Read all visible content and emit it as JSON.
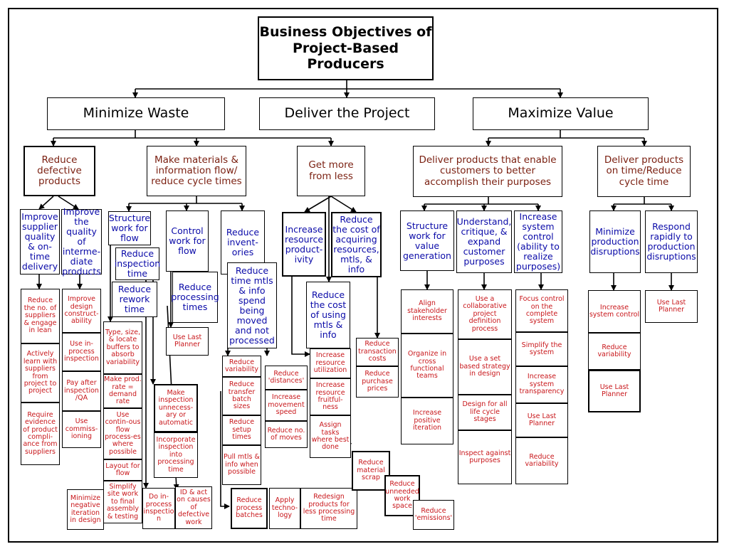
{
  "diagram": {
    "title": "Business Objectives of Project-Based Producers",
    "level1": [
      {
        "id": "l1a",
        "label": "Minimize Waste"
      },
      {
        "id": "l1b",
        "label": "Deliver the Project"
      },
      {
        "id": "l1c",
        "label": "Maximize Value"
      }
    ],
    "level2": [
      {
        "id": "l2a",
        "label": "Reduce defective products"
      },
      {
        "id": "l2b",
        "label": "Make materials & information flow/ reduce cycle times"
      },
      {
        "id": "l2c",
        "label": "Get more from less"
      },
      {
        "id": "l2d",
        "label": "Deliver products that enable customers to better accomplish their purposes"
      },
      {
        "id": "l2e",
        "label": "Deliver products on time/Reduce cycle time"
      }
    ],
    "level3": [
      {
        "id": "b1",
        "label": "Improve supplier quality & on-time delivery"
      },
      {
        "id": "b2",
        "label": "Improve the quality of interme-diate products"
      },
      {
        "id": "b3",
        "label": "Structure work for flow"
      },
      {
        "id": "b4",
        "label": "Reduce inspection time"
      },
      {
        "id": "b5",
        "label": "Reduce rework time"
      },
      {
        "id": "b6",
        "label": "Control work for flow"
      },
      {
        "id": "b7",
        "label": "Reduce processing times"
      },
      {
        "id": "b8",
        "label": "Reduce invent-ories"
      },
      {
        "id": "b9",
        "label": "Reduce time mtls & info spend being moved and not processed"
      },
      {
        "id": "b10",
        "label": "Increase resource product-ivity"
      },
      {
        "id": "b11",
        "label": "Reduce the cost of acquiring resources, mtls, & info"
      },
      {
        "id": "b12",
        "label": "Reduce the cost of using mtls & info"
      },
      {
        "id": "b13",
        "label": "Structure work for value generation"
      },
      {
        "id": "b14",
        "label": "Understand, critique, & expand customer purposes"
      },
      {
        "id": "b15",
        "label": "Increase system control (ability to realize purposes)"
      },
      {
        "id": "b16",
        "label": "Minimize production disruptions"
      },
      {
        "id": "b17",
        "label": "Respond rapidly to production disruptions"
      }
    ],
    "leaves": [
      {
        "id": "r1",
        "label": "Reduce the no. of suppliers & engage in lean"
      },
      {
        "id": "r2",
        "label": "Actively learn with suppliers from project to project"
      },
      {
        "id": "r3",
        "label": "Require evidence of product compli-ance from suppliers"
      },
      {
        "id": "r4",
        "label": "Improve design construct-ability"
      },
      {
        "id": "r5",
        "label": "Use in-process inspection"
      },
      {
        "id": "r6",
        "label": "Pay after inspection /QA"
      },
      {
        "id": "r7",
        "label": "Use commiss-ioning"
      },
      {
        "id": "r8",
        "label": "Minimize negative iteration in design"
      },
      {
        "id": "r9",
        "label": "Type, size, & locate buffers to absorb variability"
      },
      {
        "id": "r10",
        "label": "Make prod. rate = demand rate"
      },
      {
        "id": "r11",
        "label": "Use contin-ous flow process-es where possible"
      },
      {
        "id": "r12",
        "label": "Layout for flow"
      },
      {
        "id": "r13",
        "label": "Simplify site work to final assembly & testing"
      },
      {
        "id": "r14",
        "label": "Make inspection unnecess-ary or automatic"
      },
      {
        "id": "r15",
        "label": "Incorporate inspection into processing time"
      },
      {
        "id": "r16",
        "label": "Do in-process inspectio n"
      },
      {
        "id": "r17",
        "label": "ID & act on causes of defective work"
      },
      {
        "id": "r18",
        "label": "Use Last Planner"
      },
      {
        "id": "r19",
        "label": "Reduce variability"
      },
      {
        "id": "r20",
        "label": "Reduce transfer batch sizes"
      },
      {
        "id": "r21",
        "label": "Reduce setup times"
      },
      {
        "id": "r22",
        "label": "Pull mtls & info when possible"
      },
      {
        "id": "r23",
        "label": "Reduce process batches"
      },
      {
        "id": "r24",
        "label": "Reduce 'distances'"
      },
      {
        "id": "r25",
        "label": "Increase movement speed"
      },
      {
        "id": "r26",
        "label": "Reduce no. of moves"
      },
      {
        "id": "r27",
        "label": "Apply techno-logy"
      },
      {
        "id": "r28",
        "label": "Redesign products for less processing time"
      },
      {
        "id": "r29",
        "label": "Increase resource utilization"
      },
      {
        "id": "r30",
        "label": "Increase resource fruitful-ness"
      },
      {
        "id": "r31",
        "label": "Assign tasks where best done"
      },
      {
        "id": "r32",
        "label": "Reduce transaction costs"
      },
      {
        "id": "r33",
        "label": "Reduce purchase prices"
      },
      {
        "id": "r34",
        "label": "Reduce material scrap"
      },
      {
        "id": "r35",
        "label": "Reduce unneeded work space"
      },
      {
        "id": "r36",
        "label": "Reduce 'emissions'"
      },
      {
        "id": "r37",
        "label": "Align stakeholder interests"
      },
      {
        "id": "r38",
        "label": "Organize in cross functional teams"
      },
      {
        "id": "r39",
        "label": "Increase positive iteration"
      },
      {
        "id": "r40",
        "label": "Use a collaborative project definition process"
      },
      {
        "id": "r41",
        "label": "Use a set based strategy in design"
      },
      {
        "id": "r42",
        "label": "Design for all life cycle stages"
      },
      {
        "id": "r43",
        "label": "Inspect against purposes"
      },
      {
        "id": "r44",
        "label": "Focus control on the complete system"
      },
      {
        "id": "r45",
        "label": "Simplify the system"
      },
      {
        "id": "r46",
        "label": "Increase system transparency"
      },
      {
        "id": "r47",
        "label": "Use Last Planner"
      },
      {
        "id": "r48",
        "label": "Reduce variability"
      },
      {
        "id": "r49",
        "label": "Increase system control"
      },
      {
        "id": "r50",
        "label": "Reduce variability"
      },
      {
        "id": "r51",
        "label": "Use Last Planner"
      },
      {
        "id": "r52",
        "label": "Use Last Planner"
      }
    ]
  }
}
